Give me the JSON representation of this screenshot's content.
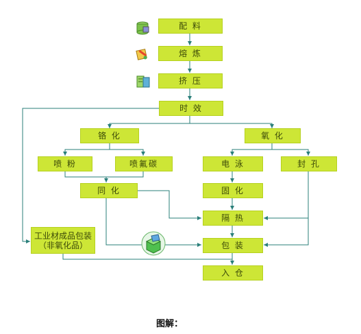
{
  "nodes": {
    "batching": "配  料",
    "melting": "熔  炼",
    "extrusion": "挤  压",
    "aging": "时  效",
    "chromating": "铬  化",
    "oxidation": "氧  化",
    "powder_coating": "喷  粉",
    "fluorocarbon_coating": "喷氟碳",
    "electrophoresis": "电  泳",
    "sealing": "封  孔",
    "co_curing": "同  化",
    "curing": "固  化",
    "thermal_break": "隔  热",
    "packaging": "包  装",
    "warehousing": "入  仓",
    "industrial_line1": "工业材成品包装",
    "industrial_line2": "（非氧化品）"
  },
  "caption": "图解：",
  "colors": {
    "node_fill": "#cde636",
    "arrow": "#2a7f7a"
  },
  "icons": [
    "database-icon",
    "pencil-box-icon",
    "server-icon",
    "box-icon"
  ]
}
